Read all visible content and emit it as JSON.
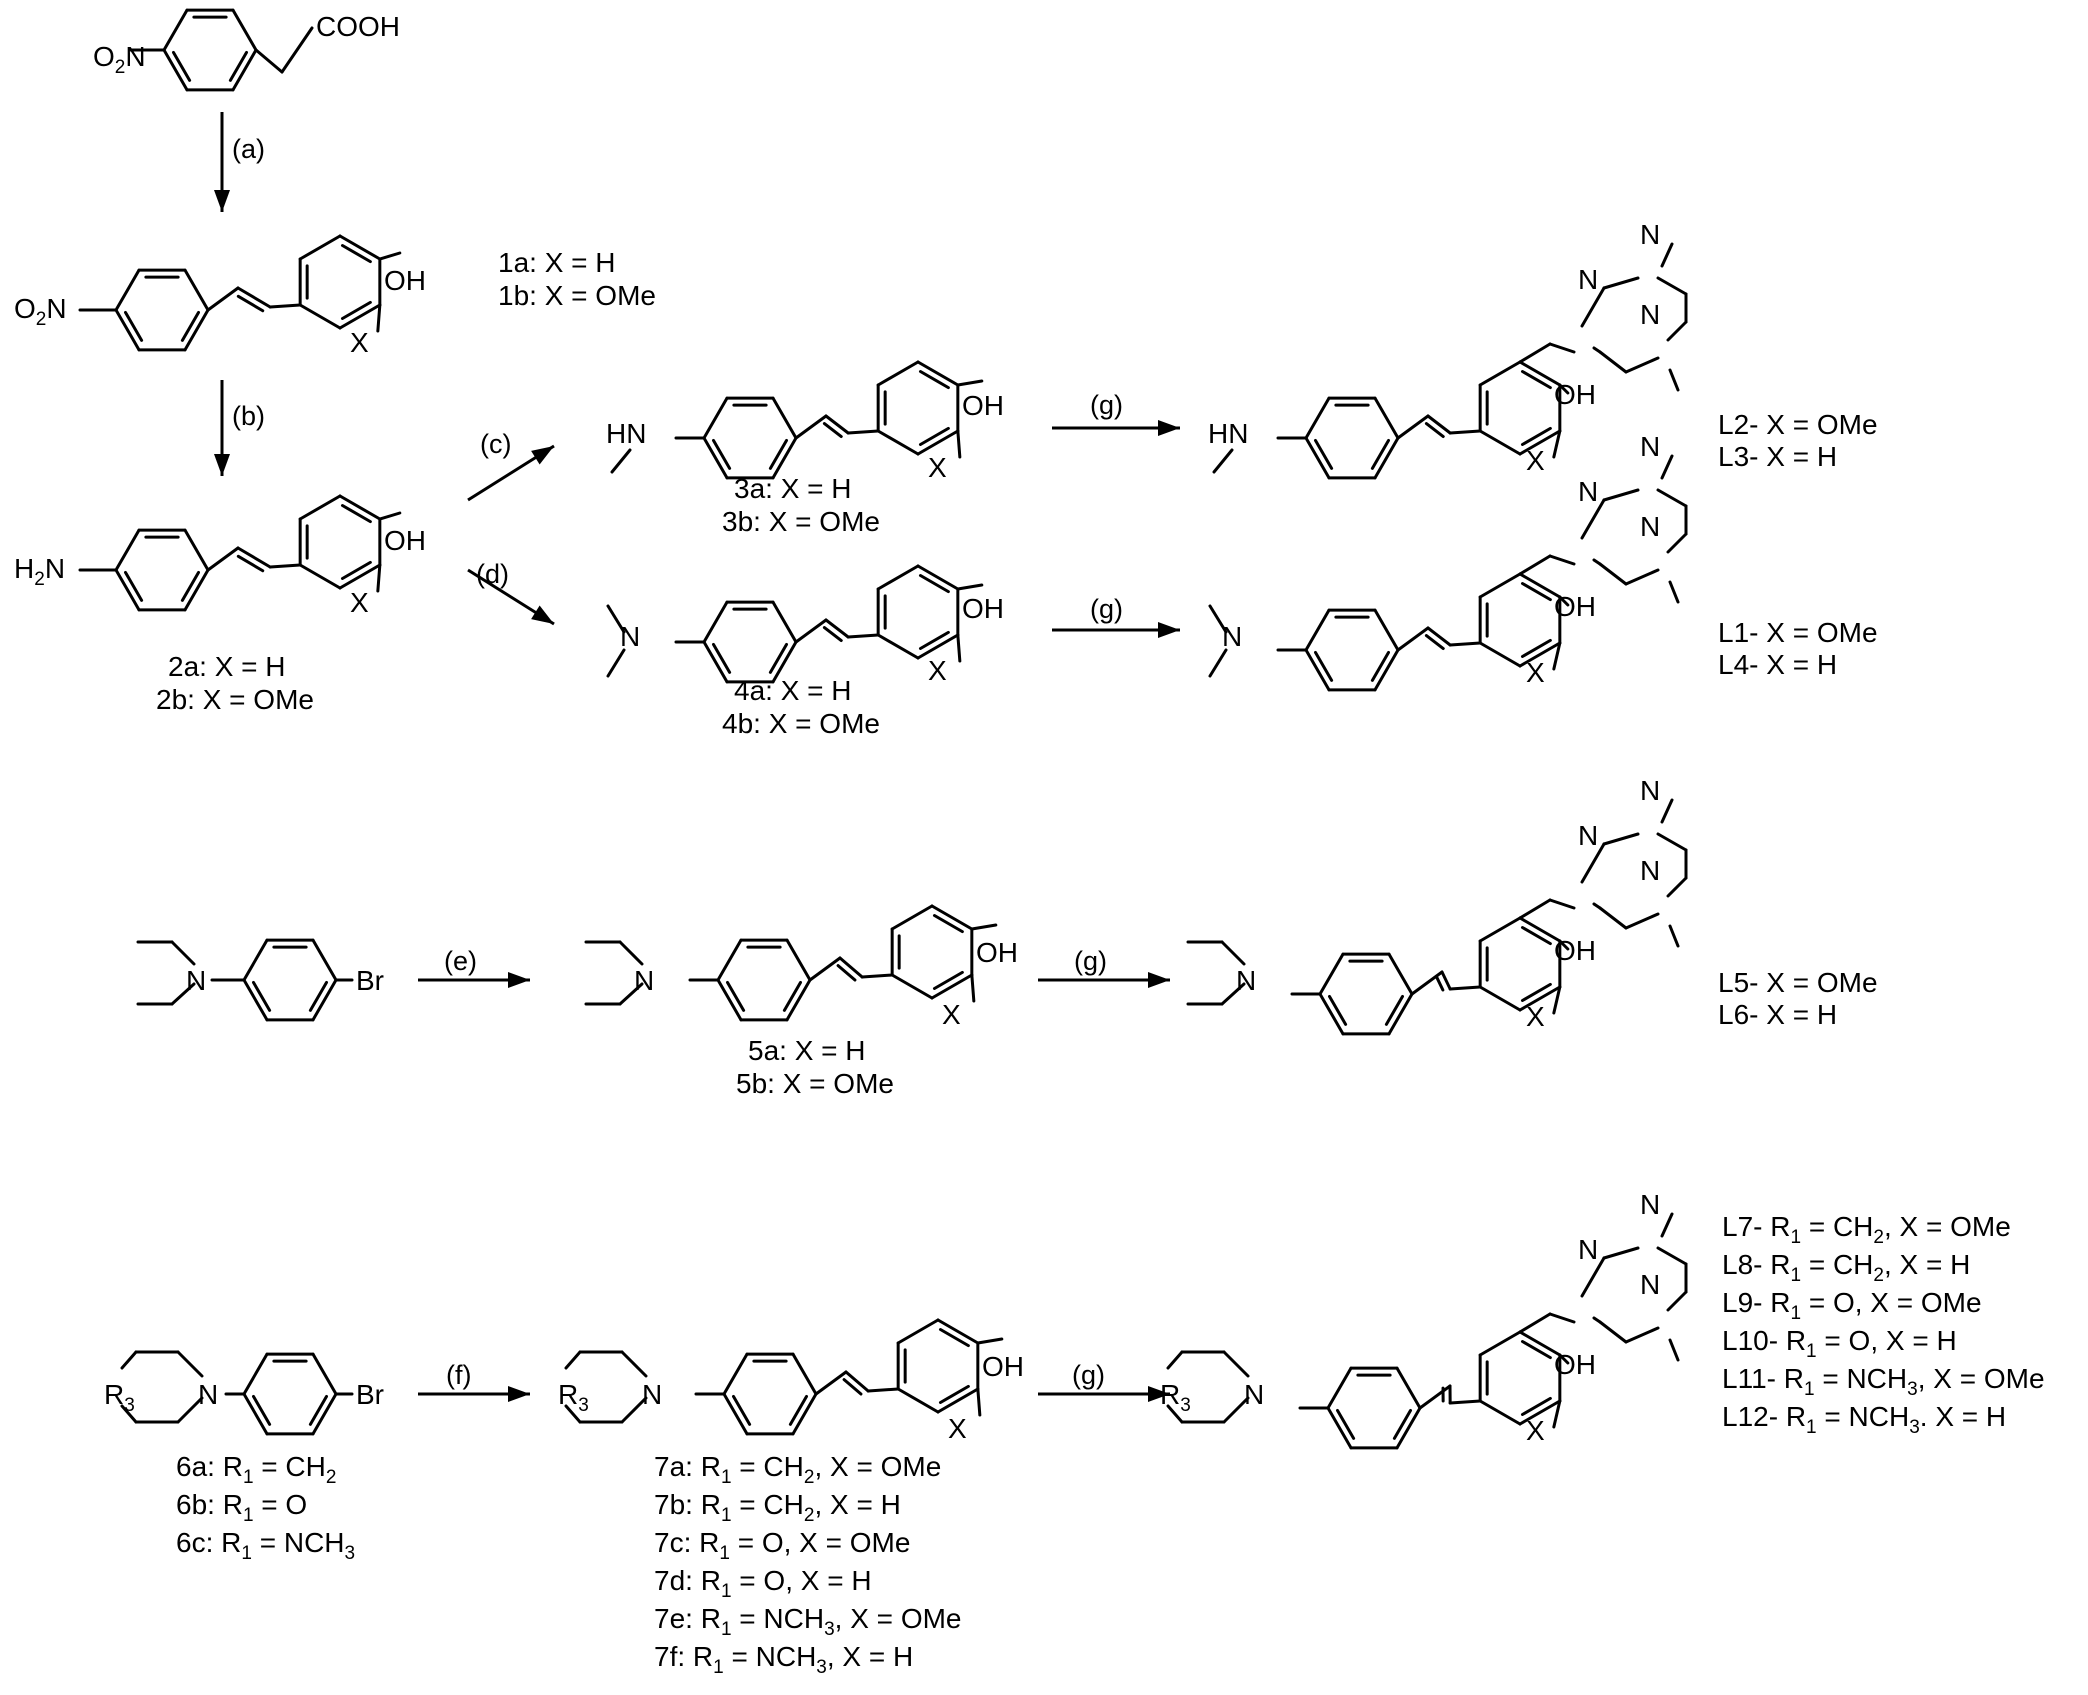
{
  "atoms": {
    "cooh": "COOH",
    "no2_a": "O",
    "no2_b": "2",
    "no2_c": "N",
    "oh": "OH",
    "x": "X",
    "h2n_a": "H",
    "h2n_b": "2",
    "h2n_c": "N",
    "hn": "HN",
    "n": "N",
    "br": "Br",
    "r3_a": "R",
    "r3_b": "3"
  },
  "steps": {
    "a": "(a)",
    "b": "(b)",
    "c": "(c)",
    "d": "(d)",
    "e": "(e)",
    "f": "(f)",
    "g": "(g)"
  },
  "compounds": {
    "c1a": "1a: X = H",
    "c1b": "1b: X = OMe",
    "c2a": "2a: X = H",
    "c2b": "2b: X = OMe",
    "c3a": "3a: X = H",
    "c3b": "3b: X = OMe",
    "c4a": "4a: X = H",
    "c4b": "4b: X = OMe",
    "c5a": "5a: X = H",
    "c5b": "5b: X = OMe",
    "c6a": [
      "6a: R",
      "1",
      " = CH",
      "2",
      ""
    ],
    "c6b": [
      "6b: R",
      "1",
      " = O",
      "",
      ""
    ],
    "c6c": [
      "6c: R",
      "1",
      " = NCH",
      "3",
      ""
    ],
    "c7a": [
      "7a: R",
      "1",
      " = CH",
      "2",
      ", X = OMe"
    ],
    "c7b": [
      "7b: R",
      "1",
      " = CH",
      "2",
      ", X = H"
    ],
    "c7c": [
      "7c: R",
      "1",
      " = O, X = OMe",
      "",
      ""
    ],
    "c7d": [
      "7d: R",
      "1",
      " = O, X = H",
      "",
      ""
    ],
    "c7e": [
      "7e: R",
      "1",
      " = NCH",
      "3",
      ", X = OMe"
    ],
    "c7f": [
      "7f: R",
      "1",
      " = NCH",
      "3",
      ", X = H"
    ],
    "L2": "L2- X = OMe",
    "L3": "L3- X = H",
    "L1": "L1- X = OMe",
    "L4": "L4- X = H",
    "L5": "L5- X = OMe",
    "L6": "L6- X = H",
    "L7": [
      "L7- R",
      "1",
      " = CH",
      "2",
      ", X = OMe"
    ],
    "L8": [
      "L8- R",
      "1",
      " = CH",
      "2",
      ", X = H"
    ],
    "L9": [
      "L9- R",
      "1",
      " = O, X = OMe",
      "",
      ""
    ],
    "L10": [
      "L10- R",
      "1",
      " = O, X = H",
      "",
      ""
    ],
    "L11": [
      "L11- R",
      "1",
      " = NCH",
      "3",
      ", X = OMe"
    ],
    "L12": [
      "L12- R",
      "1",
      " = NCH",
      "3",
      ". X = H"
    ]
  }
}
